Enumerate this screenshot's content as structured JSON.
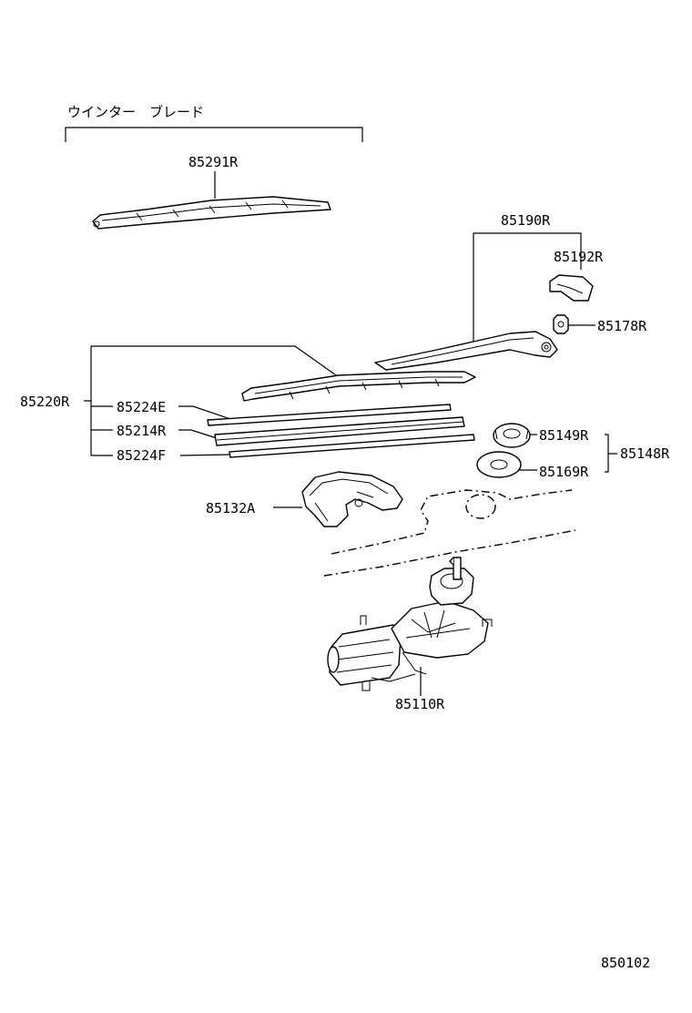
{
  "section_title": "ウインター　ブレード",
  "diagram_code": "850102",
  "parts": {
    "winter_blade": "85291R",
    "arm_assembly": "85190R",
    "arm_cap": "85192R",
    "nut": "85178R",
    "blade_assembly": "85220R",
    "rubber_upper": "85224E",
    "rubber_refill": "85214R",
    "rubber_lower": "85224F",
    "cushion": "85149R",
    "packing_set": "85148R",
    "washer": "85169R",
    "bracket": "85132A",
    "motor": "85110R"
  }
}
